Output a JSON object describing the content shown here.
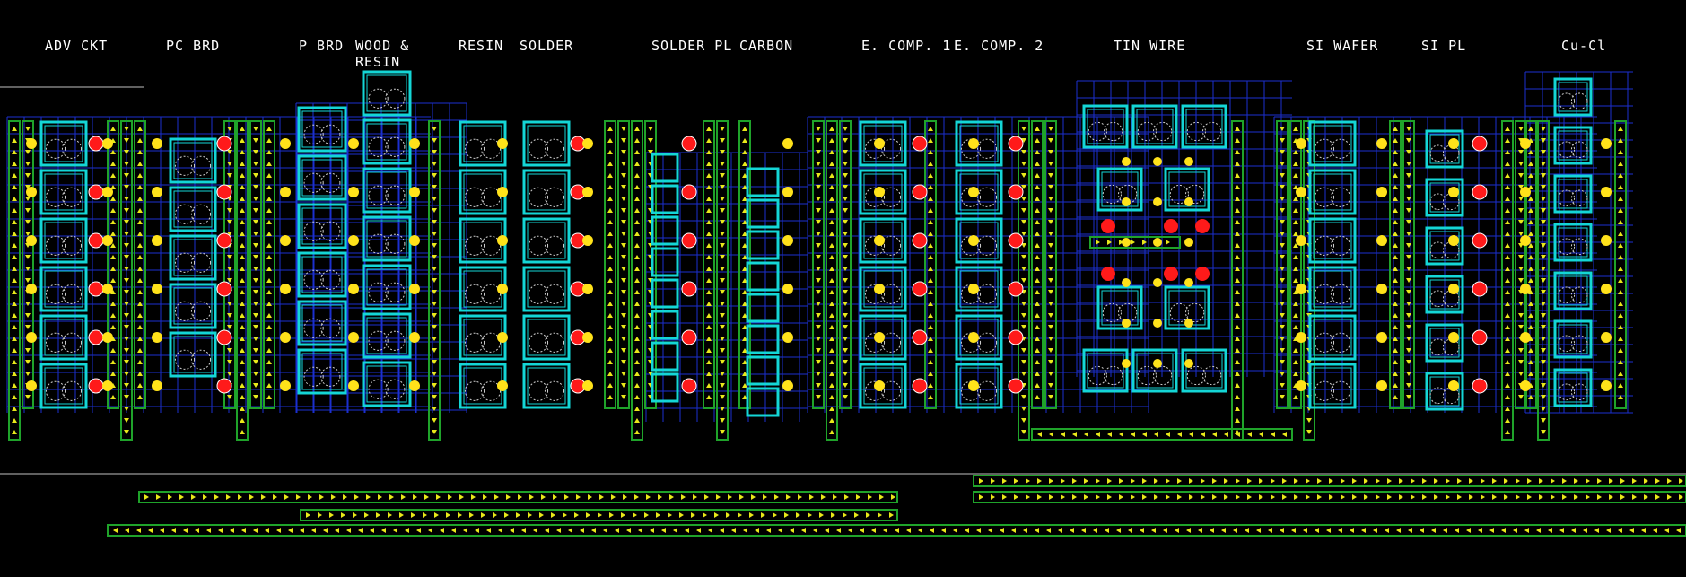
{
  "columns": [
    {
      "label": "ADV CKT"
    },
    {
      "label": "PC BRD"
    },
    {
      "label": "P BRD"
    },
    {
      "label": "WOOD &"
    },
    {
      "label": "RESIN"
    },
    {
      "label": "SOLDER"
    },
    {
      "label": "SOLDER PL"
    },
    {
      "label": "CARBON"
    },
    {
      "label": "E. COMP. 1"
    },
    {
      "label": "E. COMP. 2"
    },
    {
      "label": "TIN WIRE"
    },
    {
      "label": "SI WAFER"
    },
    {
      "label": "SI PL"
    },
    {
      "label": "Cu-Cl"
    }
  ],
  "wood_second_line": "RESIN",
  "colors": {
    "background": "#000000",
    "belt_green": "#1fa32a",
    "belt_arrow": "#e8e81a",
    "grid_blue": "#1b2fd0",
    "machine_cyan": "#14d6d6",
    "splitter_red": "#ff1a1a",
    "node_yellow": "#ffe21a",
    "text": "#ffffff"
  }
}
